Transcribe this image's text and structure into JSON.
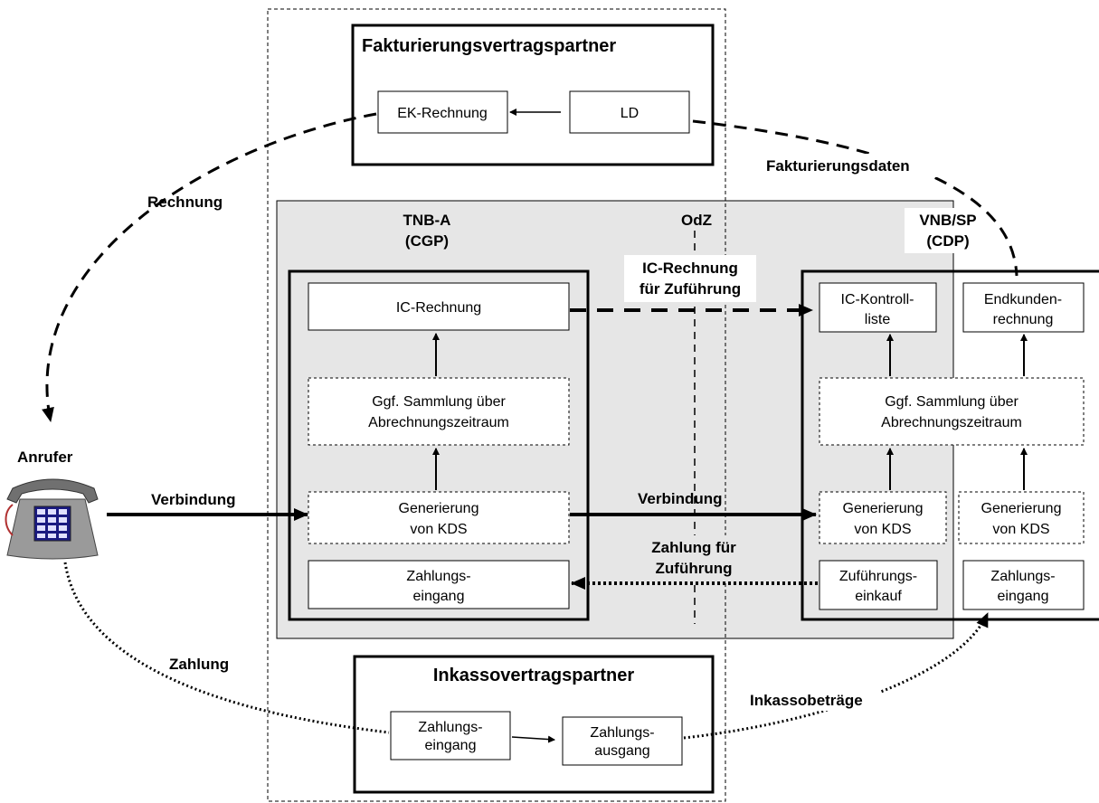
{
  "parties": {
    "billing_partner": {
      "title": "Fakturierungsvertragspartner",
      "ek_invoice": "EK-Rechnung",
      "ld": "LD"
    },
    "collection_partner": {
      "title": "Inkassovertragspartner",
      "payment_in": [
        "Zahlungs-",
        "eingang"
      ],
      "payment_out": [
        "Zahlungs-",
        "ausgang"
      ]
    },
    "tnb": {
      "title": [
        "TNB-A",
        "(CGP)"
      ],
      "ic_invoice": "IC-Rechnung",
      "collection": [
        "Ggf. Sammlung über",
        "Abrechnungszeitraum"
      ],
      "generation": [
        "Generierung",
        "von KDS"
      ],
      "payment_in": [
        "Zahlungs-",
        "eingang"
      ]
    },
    "odz": {
      "title": "OdZ"
    },
    "vnb": {
      "title": [
        "VNB/SP",
        "(CDP)"
      ],
      "ic_control": [
        "IC-Kontroll-",
        "liste"
      ],
      "end_invoice": [
        "Endkunden-",
        "rechnung"
      ],
      "collection": [
        "Ggf. Sammlung über",
        "Abrechnungszeitraum"
      ],
      "generation_a": [
        "Generierung",
        "von KDS"
      ],
      "generation_b": [
        "Generierung",
        "von KDS"
      ],
      "purchase": [
        "Zuführungs-",
        "einkauf"
      ],
      "payment_in": [
        "Zahlungs-",
        "eingang"
      ]
    },
    "caller": {
      "label": "Anrufer"
    }
  },
  "flows": {
    "rechnung": "Rechnung",
    "fakturierungsdaten": "Fakturierungsdaten",
    "ic_rechnung": [
      "IC-Rechnung",
      "für Zuführung"
    ],
    "verbindung_left": "Verbindung",
    "verbindung_mid": "Verbindung",
    "zahlung_fuer": [
      "Zahlung für",
      "Zuführung"
    ],
    "zahlung": "Zahlung",
    "inkassobetraege": "Inkassobeträge"
  }
}
